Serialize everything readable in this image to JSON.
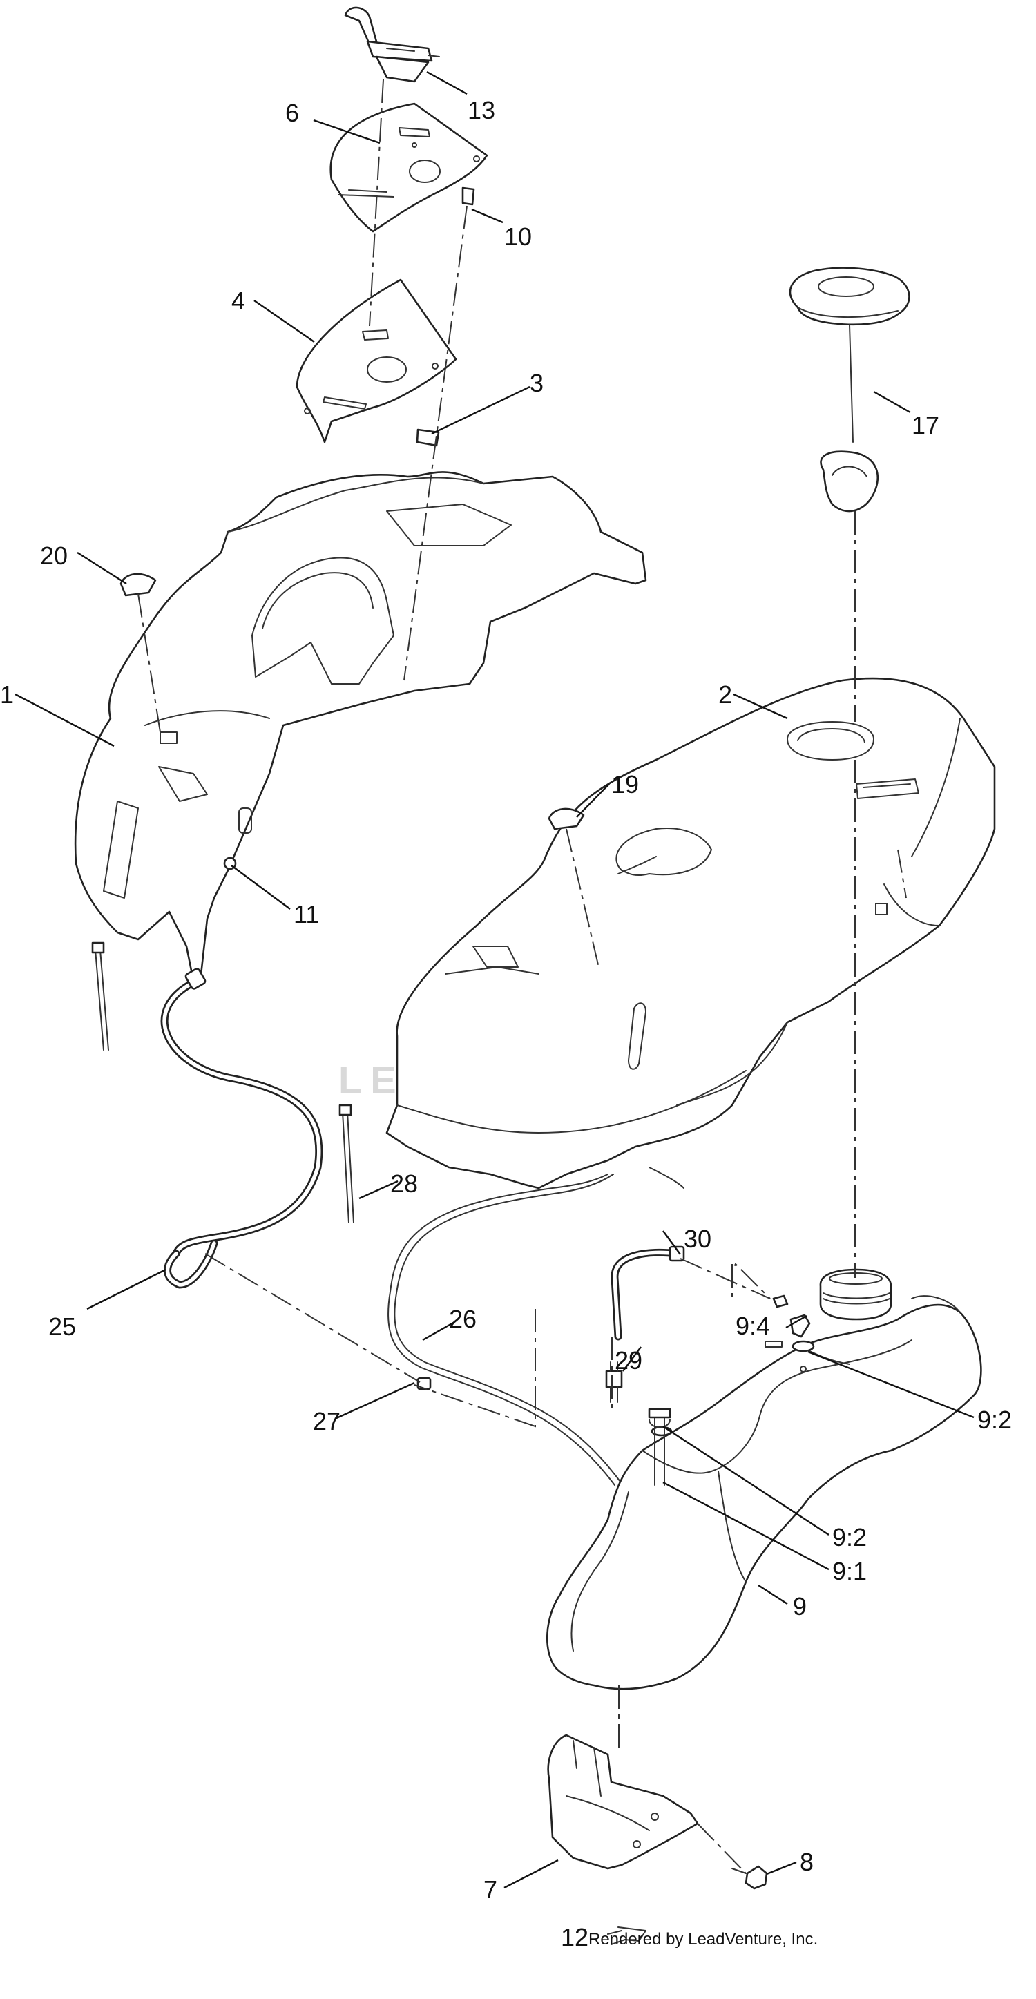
{
  "callouts": {
    "c1": "1",
    "c2": "2",
    "c3": "3",
    "c4": "4",
    "c6": "6",
    "c7": "7",
    "c8": "8",
    "c9": "9",
    "c9_1": "9:1",
    "c9_2a": "9:2",
    "c9_2b": "9:2",
    "c9_4": "9:4",
    "c10": "10",
    "c11": "11",
    "c12": "12",
    "c13": "13",
    "c17": "17",
    "c19": "19",
    "c20": "20",
    "c25": "25",
    "c26": "26",
    "c27": "27",
    "c28": "28",
    "c29": "29",
    "c30": "30"
  },
  "watermark": "LEADVENTURE",
  "footer": "Rendered by LeadVenture, Inc."
}
